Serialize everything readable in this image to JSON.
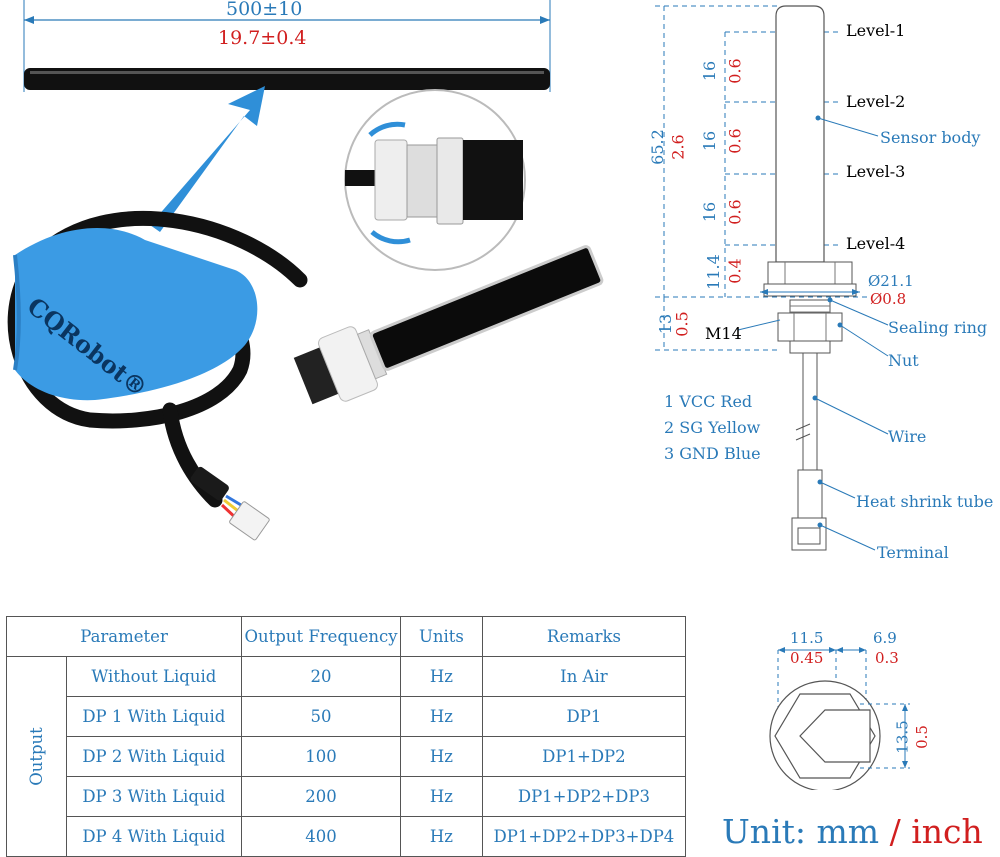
{
  "cable": {
    "length_mm": "500±10",
    "length_in": "19.7±0.4"
  },
  "product": {
    "brand_strap": "CQRobot®"
  },
  "sensor_diagram": {
    "levels": [
      "Level-1",
      "Level-2",
      "Level-3",
      "Level-4"
    ],
    "dims_mm": [
      "16",
      "16",
      "16",
      "11.4"
    ],
    "dims_in": [
      "0.6",
      "0.6",
      "0.6",
      "0.4"
    ],
    "total_mm": "65.2",
    "total_in": "2.6",
    "thread_mm": "13",
    "thread_in": "0.5",
    "dia_mm": "Ø21.1",
    "dia_in": "Ø0.8",
    "thread_label": "M14",
    "parts": [
      "Sensor body",
      "Sealing ring",
      "Nut",
      "Wire",
      "Heat shrink tube",
      "Terminal"
    ]
  },
  "wiring": [
    "1 VCC Red",
    "2 SG Yellow",
    "3 GND Blue"
  ],
  "nut_diagram": {
    "w1_mm": "11.5",
    "w1_in": "0.45",
    "w2_mm": "6.9",
    "w2_in": "0.3",
    "h_mm": "13.5",
    "h_in": "0.5"
  },
  "table": {
    "headers": [
      "Parameter",
      "Output Frequency",
      "Units",
      "Remarks"
    ],
    "group_label": "Output",
    "rows": [
      {
        "param": "Without Liquid",
        "freq": "20",
        "unit": "Hz",
        "remark": "In Air"
      },
      {
        "param": "DP 1 With Liquid",
        "freq": "50",
        "unit": "Hz",
        "remark": "DP1"
      },
      {
        "param": "DP 2 With Liquid",
        "freq": "100",
        "unit": "Hz",
        "remark": "DP1+DP2"
      },
      {
        "param": "DP 3 With Liquid",
        "freq": "200",
        "unit": "Hz",
        "remark": "DP1+DP2+DP3"
      },
      {
        "param": "DP 4 With Liquid",
        "freq": "400",
        "unit": "Hz",
        "remark": "DP1+DP2+DP3+DP4"
      }
    ]
  },
  "unit_note": {
    "prefix": "Unit: mm",
    "slash": "/",
    "suffix": "inch"
  },
  "colors": {
    "blue": "#2a7ab8",
    "red": "#d11f1f",
    "strap": "#3b9be4"
  }
}
